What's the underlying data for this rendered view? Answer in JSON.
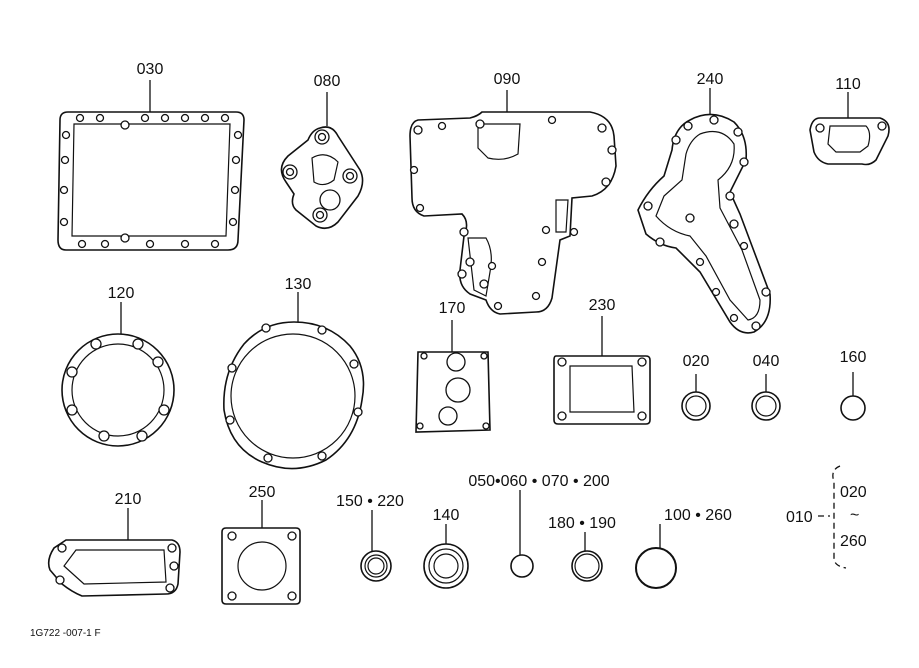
{
  "parts": {
    "p030": "030",
    "p080": "080",
    "p090": "090",
    "p240": "240",
    "p110": "110",
    "p120": "120",
    "p130": "130",
    "p170": "170",
    "p230": "230",
    "p020": "020",
    "p040": "040",
    "p160": "160",
    "p210": "210",
    "p250": "250",
    "p150_220": "150 • 220",
    "p140": "140",
    "p050_060_070_200": "050•060 • 070 • 200",
    "p180_190": "180 • 190",
    "p100_260": "100 • 260"
  },
  "range": {
    "main": "010",
    "from": "020",
    "tilde": "~",
    "to": "260"
  },
  "footer_code": "1G722 -007-1 F"
}
